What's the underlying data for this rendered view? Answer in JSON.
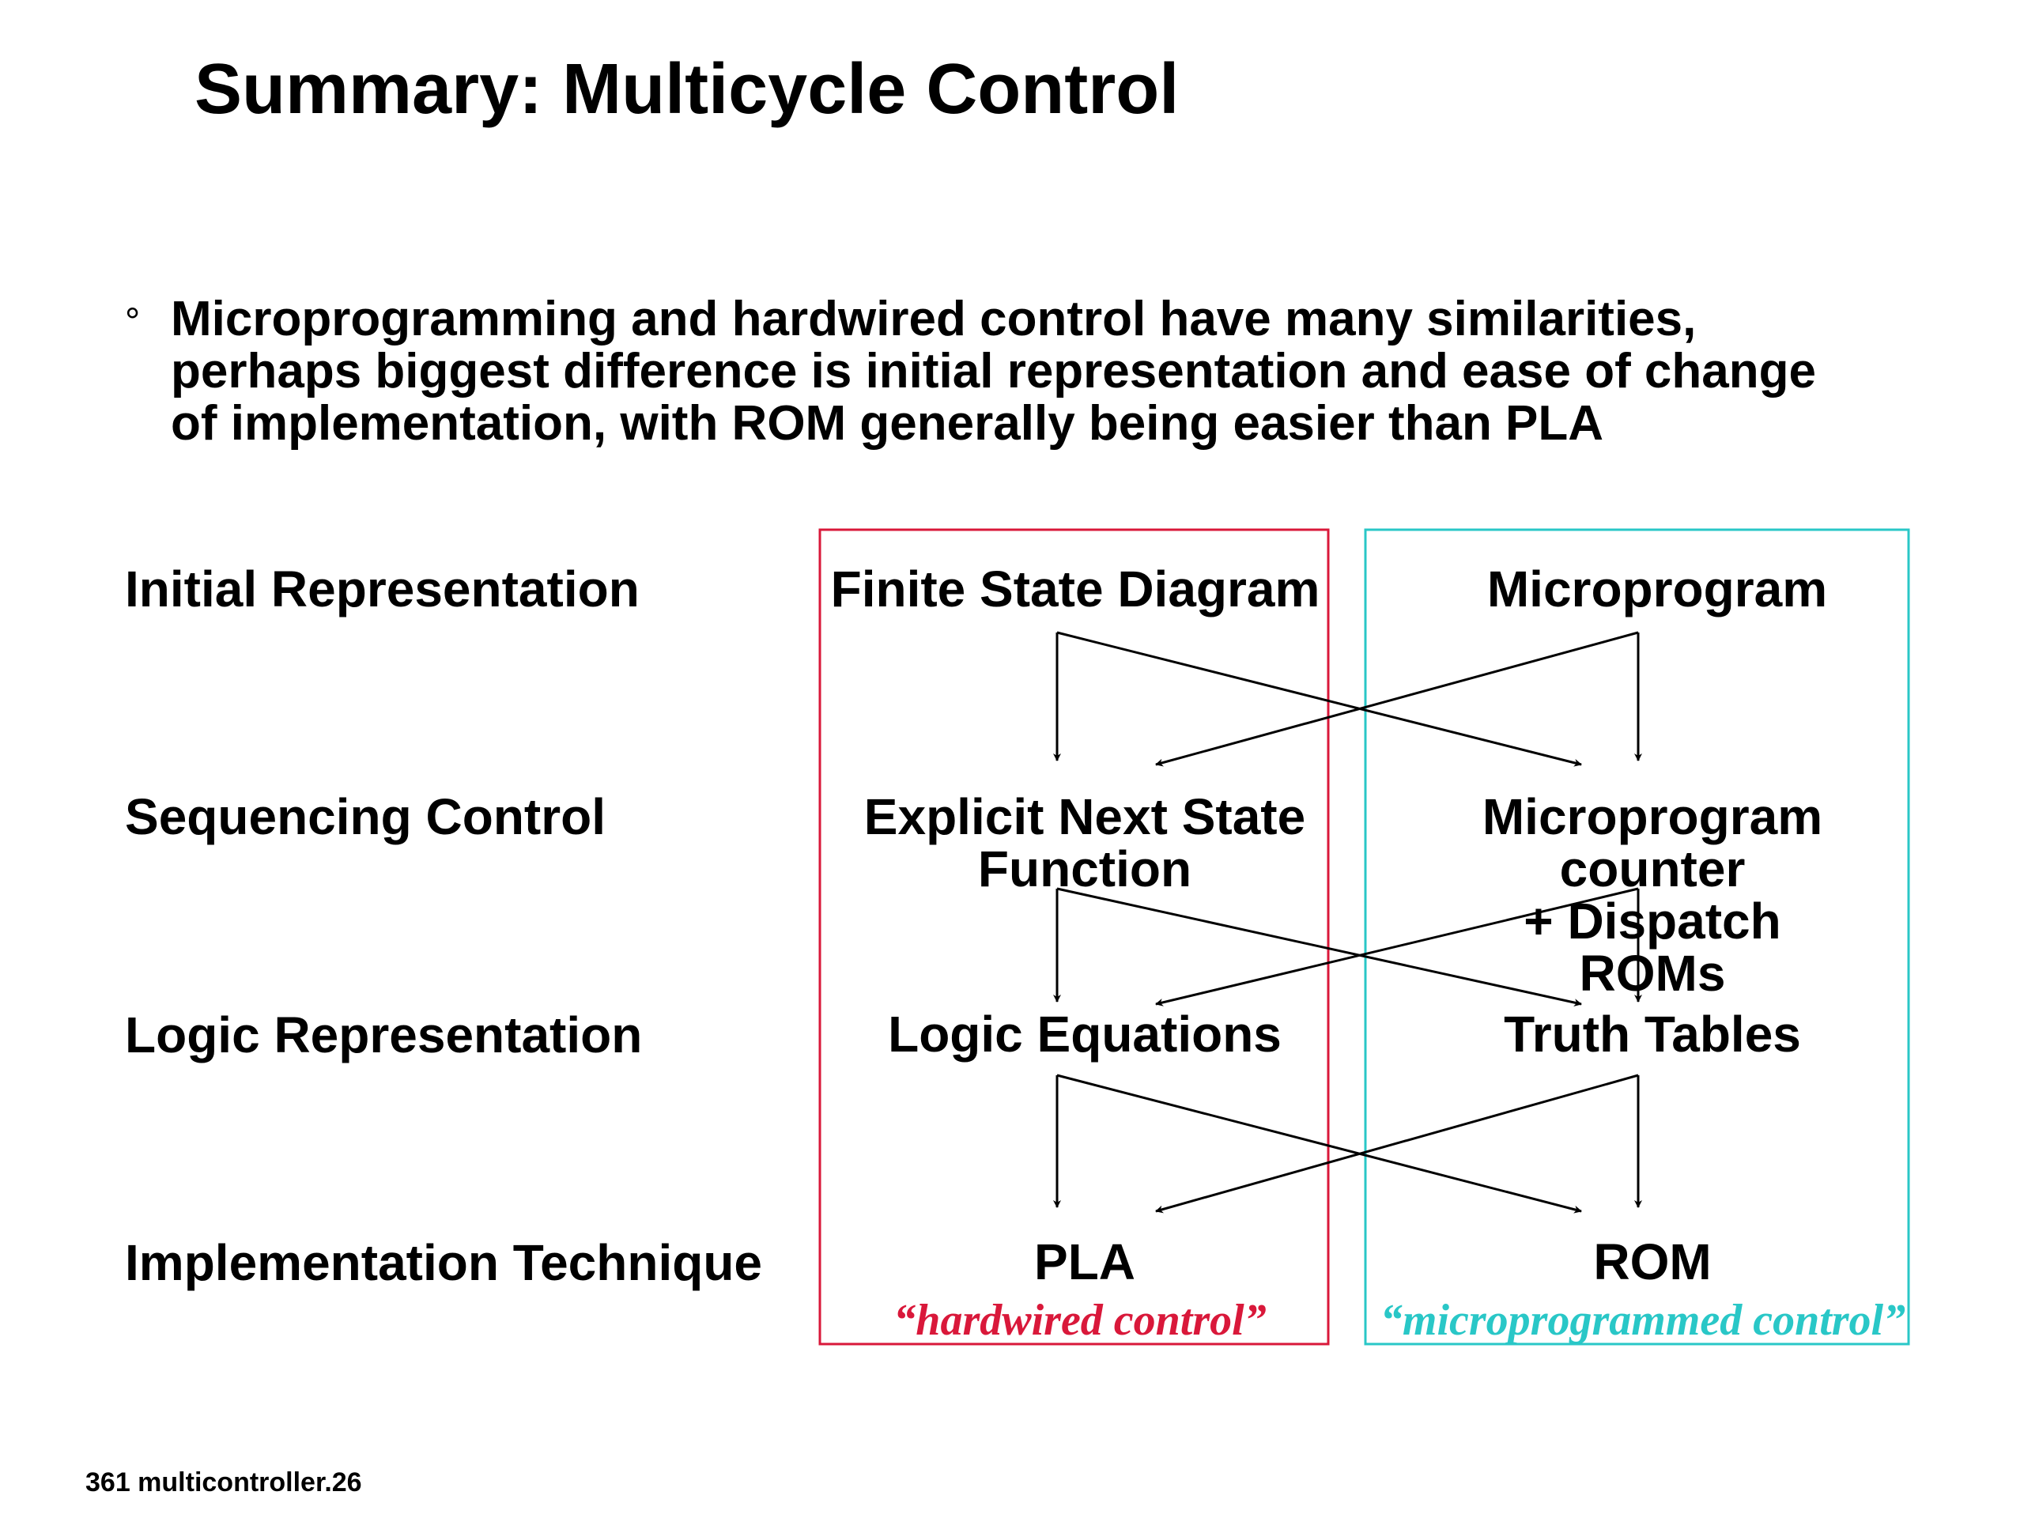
{
  "slide": {
    "title": "Summary: Multicycle Control",
    "bullet": {
      "marker": "°",
      "lines": [
        "Microprogramming and hardwired control have many similarities,",
        "perhaps biggest difference is initial representation and ease of change",
        "of implementation, with ROM generally being easier than PLA"
      ]
    },
    "rows": [
      "Initial Representation",
      "Sequencing Control",
      "Logic Representation",
      "Implementation Technique"
    ],
    "hardwired": {
      "color": "#d9183a",
      "nodes": [
        "Finite State Diagram",
        "Explicit Next State\nFunction",
        "Logic Equations",
        "PLA"
      ],
      "caption": "“hardwired control”"
    },
    "microprogrammed": {
      "color": "#29c7c7",
      "nodes": [
        "Microprogram",
        "Microprogram counter\n+ Dispatch ROMs",
        "Truth Tables",
        "ROM"
      ],
      "caption": "“microprogrammed control”"
    },
    "footer": "361 multicontroller.26"
  }
}
